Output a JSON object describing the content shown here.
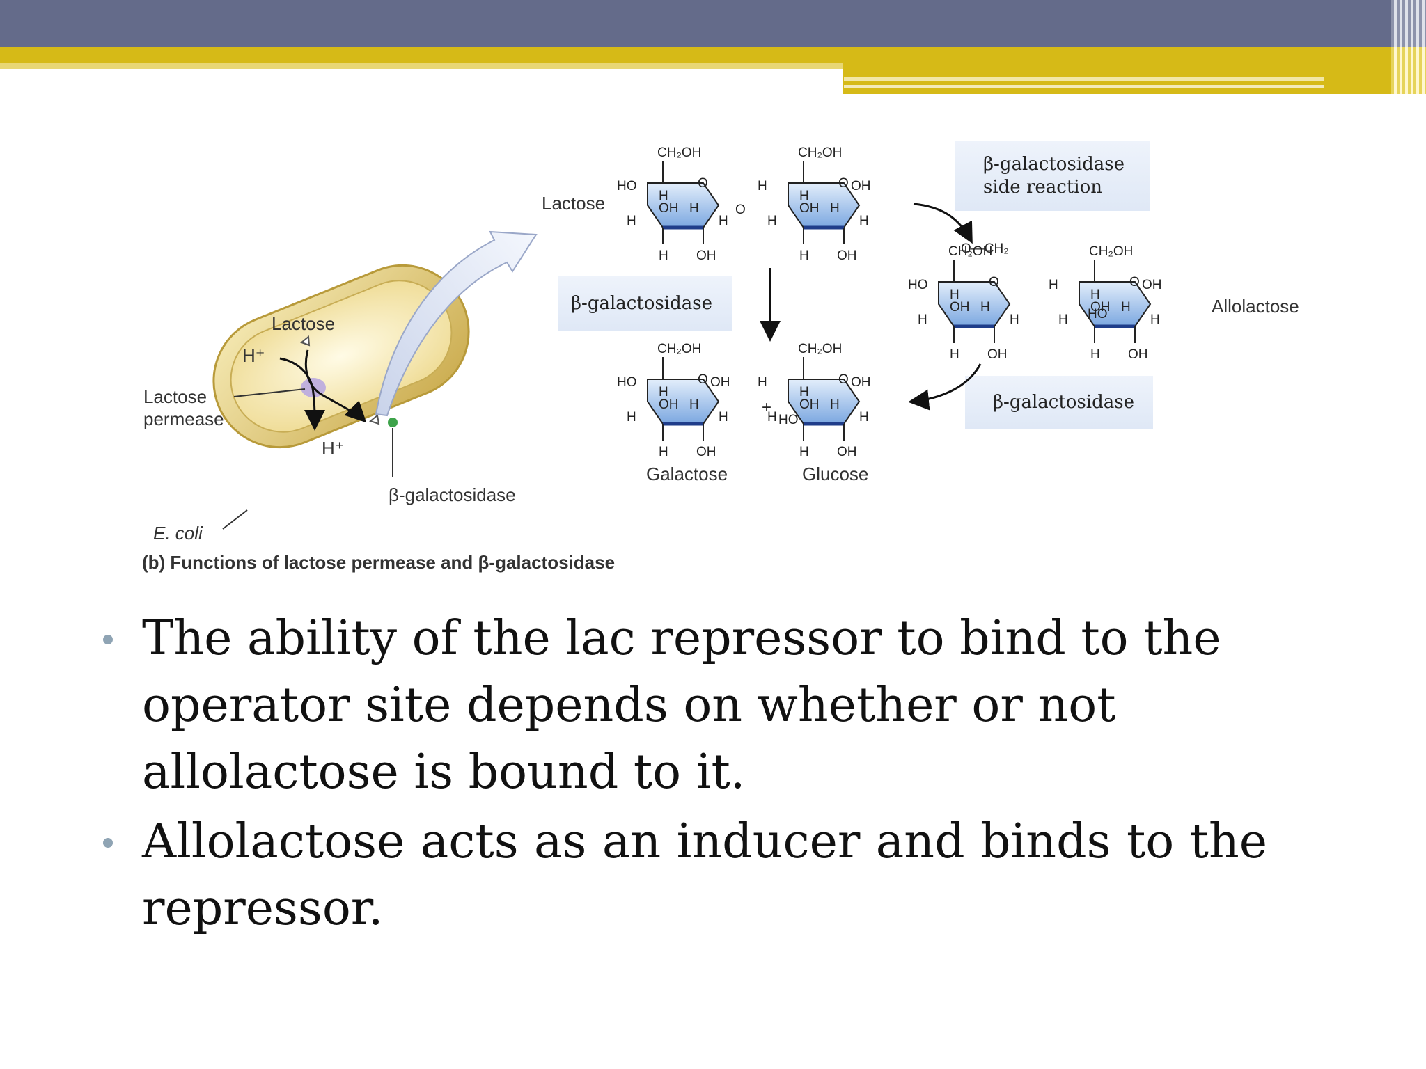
{
  "colors": {
    "header": "#646b8a",
    "accent": "#d6ba17",
    "ring_blue": "#7ba7e0",
    "cell_yellow": "#e7d28b"
  },
  "figure": {
    "caption": "(b) Functions of lactose permease and β-galactosidase",
    "cell_labels": {
      "lactose": "Lactose",
      "h_plus_out": "H⁺",
      "h_plus_in": "H⁺",
      "permease": [
        "Lactose",
        "permease"
      ],
      "enzyme": "β-galactosidase",
      "organism": "E. coli"
    },
    "molecules": {
      "lactose": "Lactose",
      "allolactose": "Allolactose",
      "galactose": "Galactose",
      "glucose": "Glucose"
    },
    "enzyme_boxes": {
      "side_reaction": [
        "β-galactosidase",
        "side reaction"
      ],
      "hydrolysis": "β-galactosidase",
      "allolactose_hydrolysis": "β-galactosidase"
    },
    "ring_labels": {
      "ch2oh": "CH₂OH",
      "ho": "HO",
      "h": "H",
      "oh": "OH",
      "o": "O",
      "plus": "+",
      "o_ch2": "O—CH₂"
    }
  },
  "bullets": [
    "The ability of the lac repressor to bind to the operator site depends on whether or not allolactose is bound to it.",
    " Allolactose acts as an inducer and binds to the repressor."
  ]
}
